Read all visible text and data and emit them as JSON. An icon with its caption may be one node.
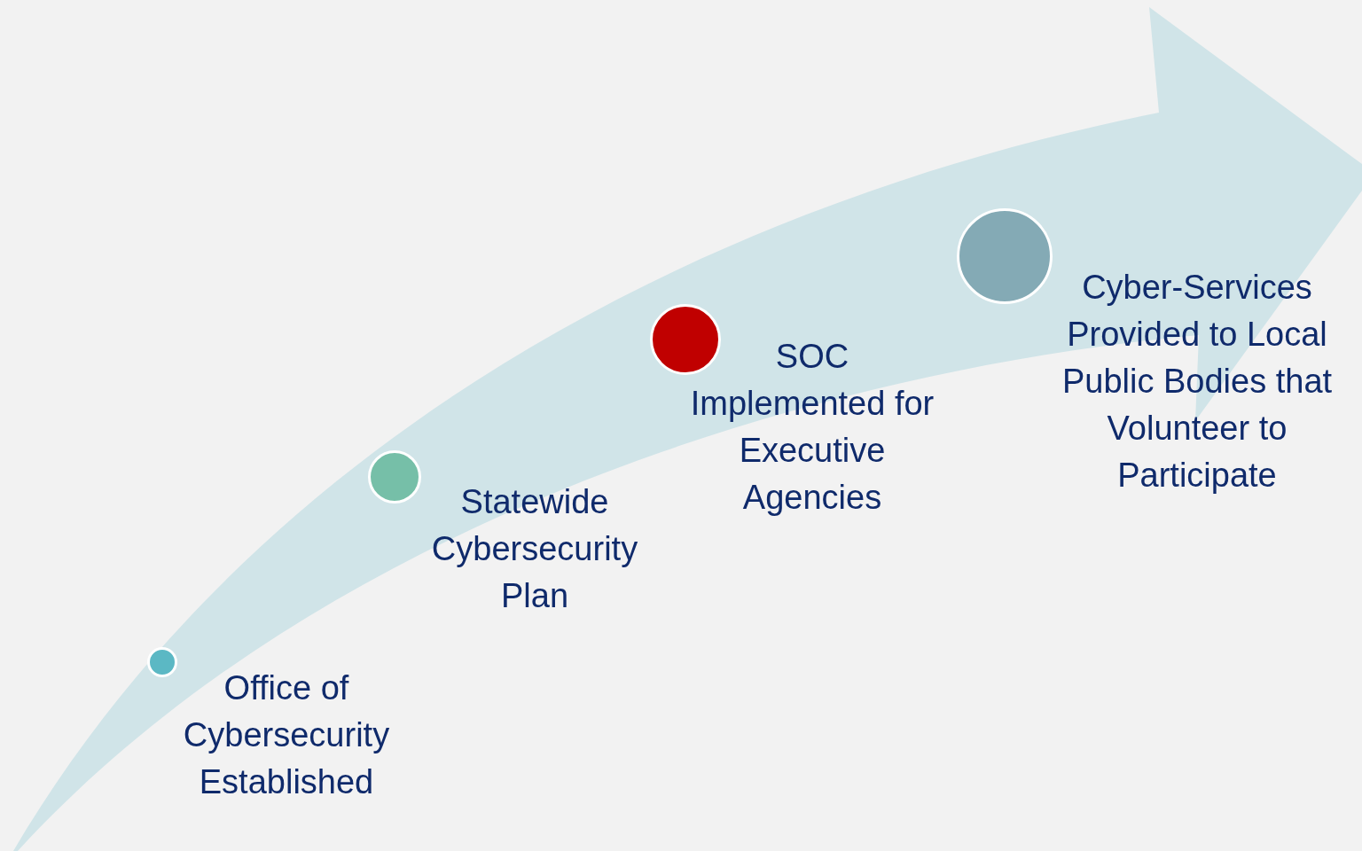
{
  "diagram": {
    "nodes": [
      {
        "text": [],
        "shape": "circle",
        "beside": [
          "Office of Cybersecurity Established"
        ]
      },
      {
        "text": [],
        "shape": "circle",
        "beside": [
          "Statewide Cybersecurity Plan"
        ]
      },
      {
        "text": [],
        "shape": "circle",
        "beside": [
          "SOC Implemented for Executive Agencies"
        ]
      },
      {
        "text": [],
        "shape": "circle",
        "beside": [
          "Cyber-Services Provided to Local Public Bodies that Volunteer to Participate"
        ]
      }
    ]
  }
}
